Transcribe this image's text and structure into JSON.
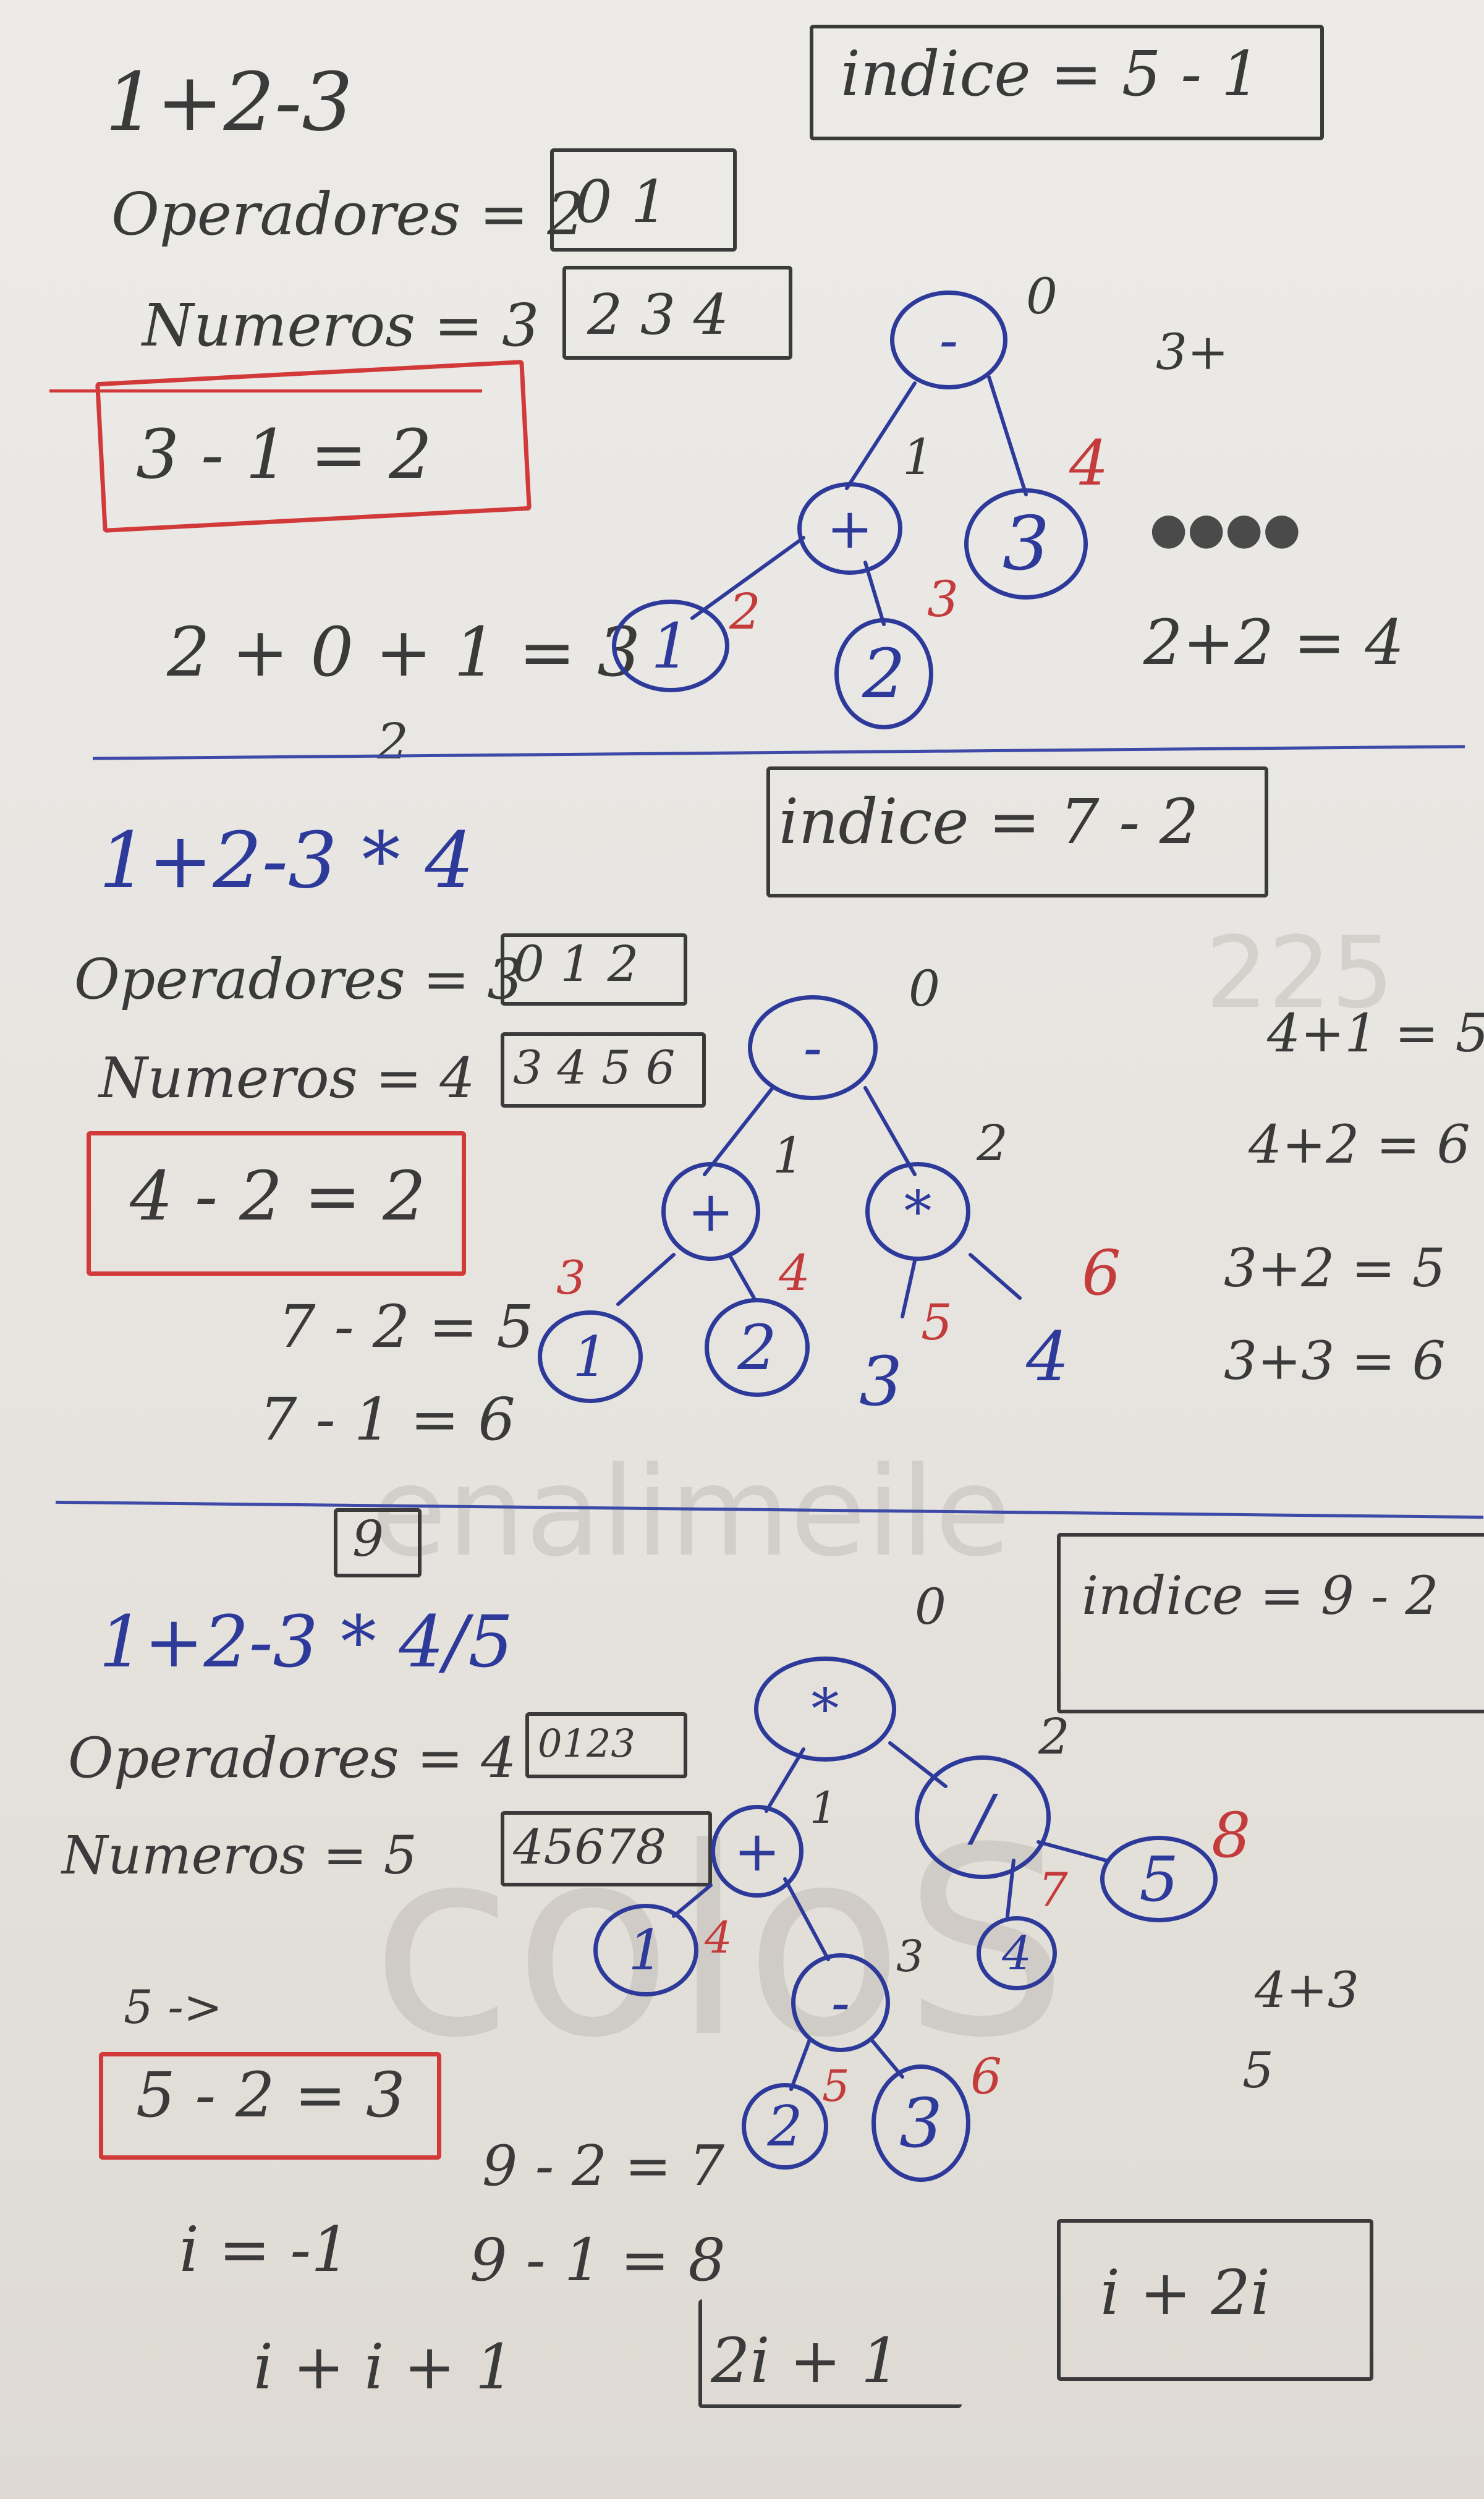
{
  "sections": [
    {
      "expression": "1+2-3",
      "indice": "indice = 5 - 1",
      "operadores_label": "Operadores = 2",
      "operadores_box": "0 1",
      "numeros_label": "Numeros = 3",
      "numeros_box": "2 3 4",
      "red_box": "3 - 1 = 2",
      "calc_1": "2 + 0 + 1 = 3",
      "calc_2": "2",
      "side_1": "3+",
      "side_2": "2+2 = 4",
      "tree": {
        "root": "-",
        "root_index": "0",
        "left": "+",
        "left_index": "1",
        "right": "3",
        "right_index": "4",
        "ll": "1",
        "ll_index": "2",
        "lr": "2",
        "lr_index": "3"
      }
    },
    {
      "expression": "1+2-3 * 4",
      "indice": "indice = 7 - 2",
      "operadores_label": "Operadores = 3",
      "operadores_box": "0 1 2",
      "numeros_label": "Numeros = 4",
      "numeros_box": "3 4 5 6",
      "red_box": "4 - 2 = 2",
      "calc_1": "7 - 2 = 5",
      "calc_2": "7 - 1 = 6",
      "side_1": "4+1 = 5",
      "side_2": "4+2 = 6",
      "side_3": "3+2 = 5",
      "side_4": "3+3 = 6",
      "tree": {
        "root": "-",
        "root_index": "0",
        "left": "+",
        "left_index": "1",
        "right": "*",
        "right_index": "2",
        "ll": "1",
        "ll_index": "3",
        "lr": "2",
        "lr_index": "4",
        "rl": "3",
        "rl_index": "5",
        "rr": "4",
        "rr_index": "6"
      }
    },
    {
      "expression": "1+2-3 * 4/5",
      "box_top": "9",
      "indice": "indice = 9 - 2",
      "operadores_label": "Operadores = 4",
      "operadores_box": "0123",
      "numeros_label": "Numeros = 5",
      "numeros_box": "45678",
      "pre_box": "5 ->",
      "red_box": "5 - 2 = 3",
      "calc_1": "9 - 2 = 7",
      "calc_2": "9 - 1 = 8",
      "i_eq": "i = -1",
      "i_sum": "i + i + 1",
      "boxed_1": "2i + 1",
      "boxed_2": "i + 2i",
      "side_1": "4+3",
      "side_2": "5",
      "tree": {
        "root": "*",
        "root_index": "0",
        "left": "+",
        "left_index": "1",
        "right": "/",
        "right_index": "2",
        "ll": "1",
        "ll_index": "4",
        "lm": "-",
        "lm_index": "3",
        "lml": "2",
        "lml_index": "5",
        "lmr": "3",
        "lmr_index": "6",
        "rl": "4",
        "rl_index": "7",
        "rr": "5",
        "rr_index": "8"
      }
    }
  ]
}
